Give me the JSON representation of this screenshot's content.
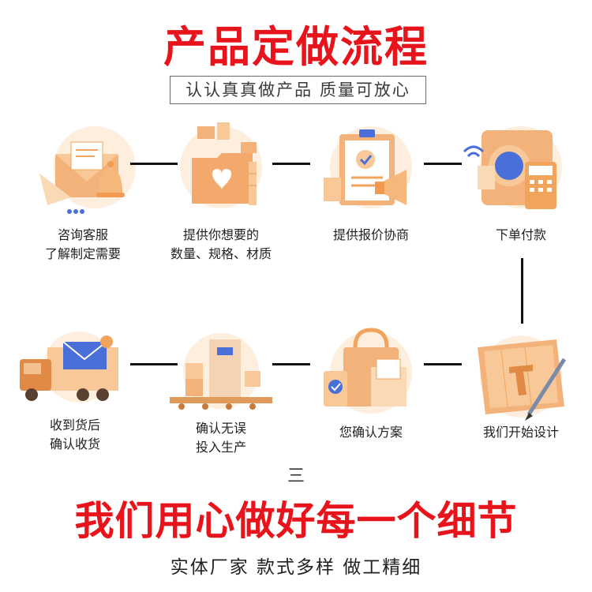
{
  "header": {
    "title": "产品定做流程",
    "subtitle": "认认真真做产品 质量可放心"
  },
  "steps": [
    {
      "line1": "咨询客服",
      "line2": "了解制定需要",
      "icon": "mail-bell-icon"
    },
    {
      "line1": "提供你想要的",
      "line2": "数量、规格、材质",
      "icon": "folder-files-icon"
    },
    {
      "line1": "提供报价协商",
      "line2": "",
      "icon": "clipboard-megaphone-icon"
    },
    {
      "line1": "下单付款",
      "line2": "",
      "icon": "payment-terminal-icon"
    },
    {
      "line1": "我们开始设计",
      "line2": "",
      "icon": "blueprint-pen-icon"
    },
    {
      "line1": "您确认方案",
      "line2": "",
      "icon": "shopping-bag-check-icon"
    },
    {
      "line1": "确认无误",
      "line2": "投入生产",
      "icon": "conveyor-factory-icon"
    },
    {
      "line1": "收到货后",
      "line2": "确认收货",
      "icon": "delivery-truck-icon"
    }
  ],
  "separator": "三",
  "footer": {
    "title": "我们用心做好每一个细节",
    "subtitle": "实体厂家 款式多样 做工精细"
  },
  "colors": {
    "title_red": "#e8141b",
    "icon_orange": "#f0a45c",
    "icon_light": "#fbe3c8",
    "icon_blue": "#4a6fd8"
  }
}
